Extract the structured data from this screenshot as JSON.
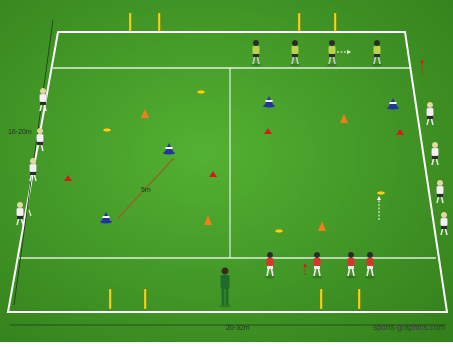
{
  "labels": {
    "width": "16-20m",
    "length": "20-32m",
    "distance": "5m"
  },
  "watermark": "sports-graphics.com",
  "colors": {
    "pitch_dark": "#3a8a20",
    "pitch_light": "#4aa52c",
    "line": "#ffffff",
    "cone_orange": "#f07f1b",
    "cone_red": "#d41c1c",
    "cone_yellow": "#f2d51a",
    "cone_blue": "#2435a0",
    "team_green": "#b9d34a",
    "team_red": "#d9362a",
    "team_white": "#f2f2f2",
    "coach": "#1f6b2a"
  }
}
